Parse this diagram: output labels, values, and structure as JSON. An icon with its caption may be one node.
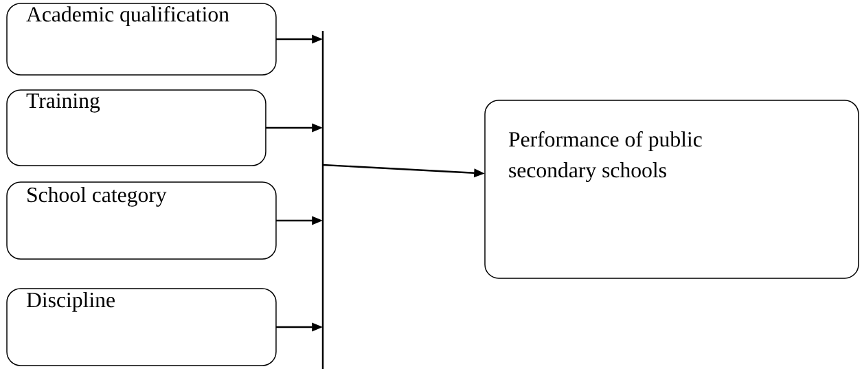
{
  "diagram": {
    "nodes": [
      {
        "text": [
          "Academic qualification"
        ]
      },
      {
        "text": [
          "Training"
        ]
      },
      {
        "text": [
          "School category"
        ]
      },
      {
        "text": [
          "Discipline"
        ]
      },
      {
        "text": [],
        "shape": "bar"
      },
      {
        "text": [
          "Performance of public secondary schools"
        ]
      }
    ],
    "edges": [
      {
        "from": 0,
        "to": 4,
        "arrow": "to"
      },
      {
        "from": 1,
        "to": 4,
        "arrow": "to"
      },
      {
        "from": 2,
        "to": 4,
        "arrow": "to"
      },
      {
        "from": 3,
        "to": 4,
        "arrow": "to"
      },
      {
        "from": 4,
        "to": 5,
        "arrow": "to"
      }
    ]
  }
}
